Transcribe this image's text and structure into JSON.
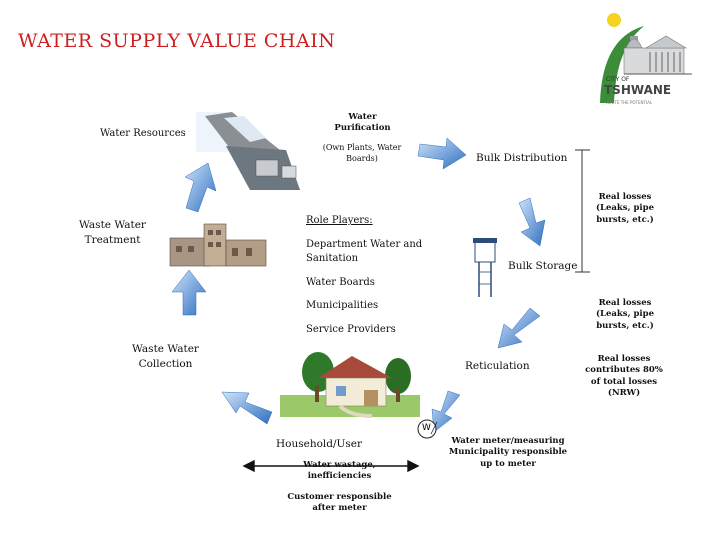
{
  "title": "WATER SUPPLY VALUE CHAIN",
  "logo": {
    "line1": "CITY OF",
    "line2": "TSHWANE",
    "tagline": "IGNITE THE POTENTIAL"
  },
  "nodes": {
    "water_resources": "Water Resources",
    "water_purification": "Water Purification",
    "water_purification_note": "(Own Plants, Water Boards)",
    "bulk_distribution": "Bulk Distribution",
    "bulk_storage": "Bulk Storage",
    "reticulation": "Reticulation",
    "household": "Household/User",
    "waste_water_collection": "Waste Water Collection",
    "waste_water_treatment": "Waste Water Treatment"
  },
  "role_players": {
    "heading": "Role Players:",
    "items": [
      "Department Water and Sanitation",
      "Water Boards",
      "Municipalities",
      "Service Providers"
    ]
  },
  "notes": {
    "real_losses_1": "Real losses (Leaks, pipe bursts, etc.)",
    "real_losses_2": "Real losses (Leaks, pipe bursts, etc.)",
    "real_losses_summary": "Real losses contributes 80% of total losses (NRW)",
    "water_meter": "Water meter/measuring Municipality responsible up to meter",
    "water_meter_symbol": "W",
    "wastage": "Water wastage, inefficiencies",
    "customer_responsible": "Customer responsible after meter"
  },
  "colors": {
    "title": "#cc1f1f",
    "arrow": "#6aa6e6",
    "arrow_dark": "#2f6fc0"
  }
}
